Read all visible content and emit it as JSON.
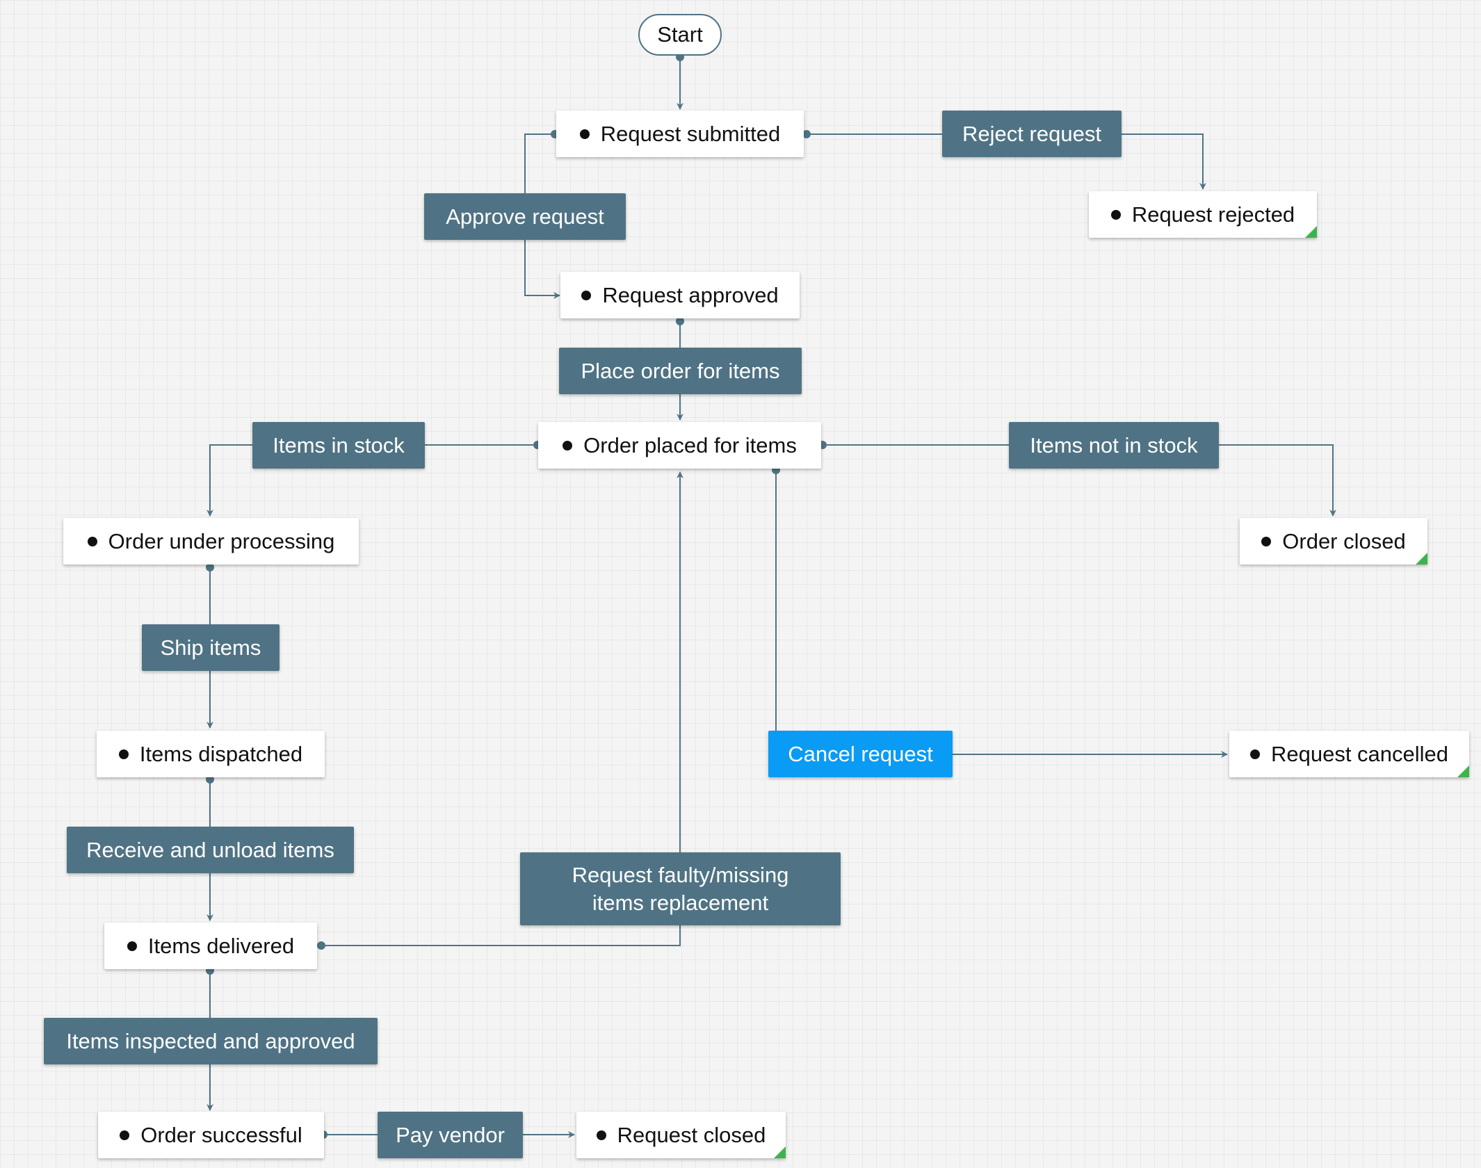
{
  "diagram": {
    "colors": {
      "edge": "#4f7384",
      "action": "#4f7384",
      "action_highlight": "#0a9bf5",
      "final_marker": "#3cb44b"
    },
    "nodes": {
      "start": "Start",
      "request_submitted": "Request submitted",
      "reject_request": "Reject request",
      "request_rejected": "Request rejected",
      "approve_request": "Approve request",
      "request_approved": "Request approved",
      "place_order": "Place order for items",
      "order_placed": "Order placed for items",
      "items_in_stock": "Items in stock",
      "items_not_in_stock": "Items not in stock",
      "order_under_processing": "Order under processing",
      "order_closed": "Order closed",
      "ship_items": "Ship items",
      "items_dispatched": "Items dispatched",
      "cancel_request": "Cancel request",
      "request_cancelled": "Request cancelled",
      "receive_unload": "Receive and unload items",
      "request_replacement": "Request faulty/missing items replacement",
      "items_delivered": "Items delivered",
      "items_inspected": "Items inspected and approved",
      "order_successful": "Order successful",
      "pay_vendor": "Pay vendor",
      "request_closed": "Request closed"
    }
  }
}
